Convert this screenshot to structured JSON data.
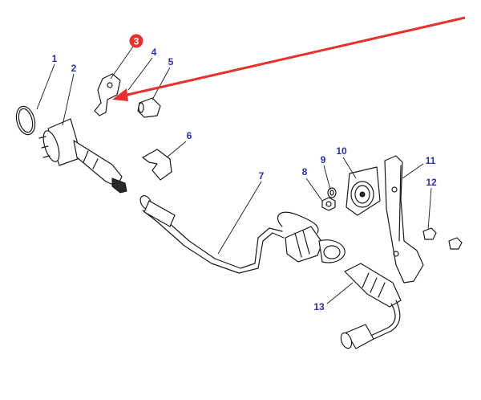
{
  "callouts": [
    {
      "id": "1",
      "label": "1"
    },
    {
      "id": "2",
      "label": "2"
    },
    {
      "id": "3",
      "label": "3"
    },
    {
      "id": "4",
      "label": "4"
    },
    {
      "id": "5",
      "label": "5"
    },
    {
      "id": "6",
      "label": "6"
    },
    {
      "id": "7",
      "label": "7"
    },
    {
      "id": "8",
      "label": "8"
    },
    {
      "id": "9",
      "label": "9"
    },
    {
      "id": "10",
      "label": "10"
    },
    {
      "id": "11",
      "label": "11"
    },
    {
      "id": "12",
      "label": "12"
    },
    {
      "id": "13",
      "label": "13"
    }
  ],
  "colors": {
    "callout_text": "#2b2fa6",
    "highlight_badge": "#e8302c",
    "pointer_arrow": "#e8302c",
    "line_art": "#1a1a1a"
  }
}
